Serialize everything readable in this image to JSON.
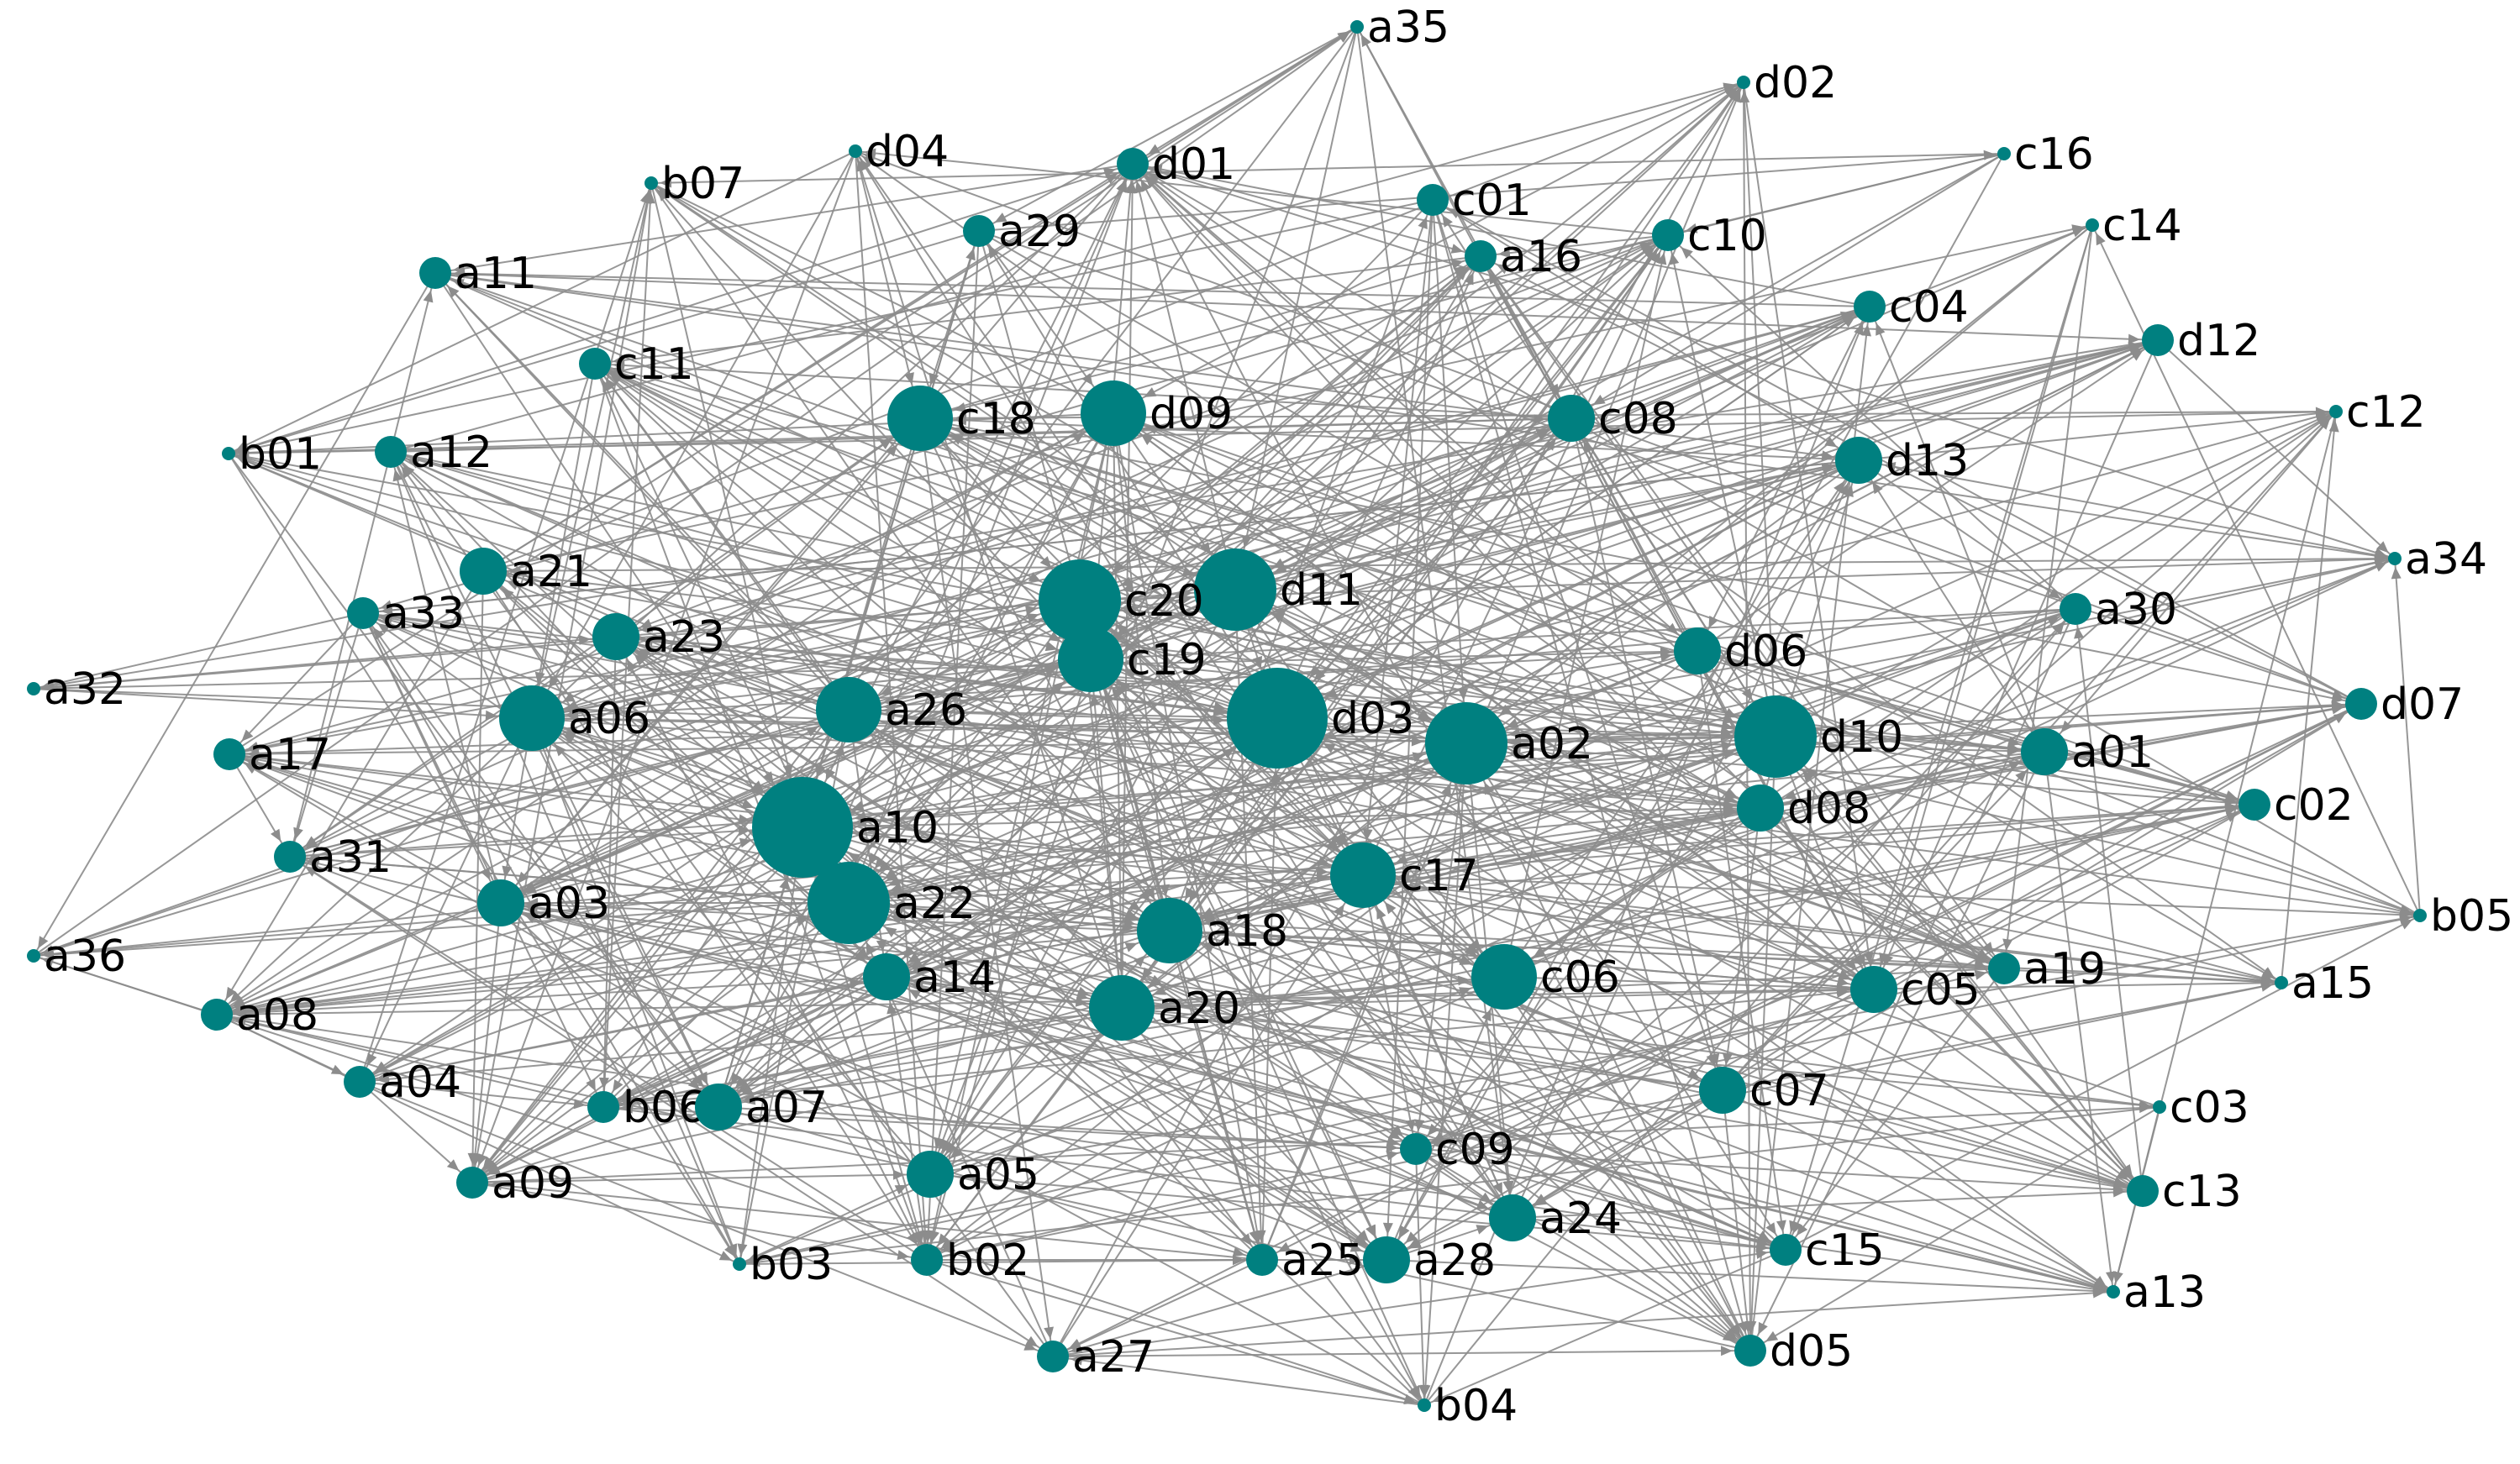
{
  "colors": {
    "node": "#008080",
    "edge": "#8c8c8c",
    "label": "#000000",
    "background": "#ffffff"
  },
  "nodes": [
    {
      "id": "a35",
      "size": 1
    },
    {
      "id": "d02",
      "size": 1
    },
    {
      "id": "c16",
      "size": 1
    },
    {
      "id": "c14",
      "size": 1
    },
    {
      "id": "d04",
      "size": 1
    },
    {
      "id": "d01",
      "size": 2
    },
    {
      "id": "b07",
      "size": 1
    },
    {
      "id": "c01",
      "size": 2
    },
    {
      "id": "c10",
      "size": 2
    },
    {
      "id": "a29",
      "size": 2
    },
    {
      "id": "a16",
      "size": 2
    },
    {
      "id": "a11",
      "size": 2
    },
    {
      "id": "c04",
      "size": 2
    },
    {
      "id": "d12",
      "size": 2
    },
    {
      "id": "c11",
      "size": 2
    },
    {
      "id": "c18",
      "size": 4
    },
    {
      "id": "d09",
      "size": 4
    },
    {
      "id": "c08",
      "size": 3
    },
    {
      "id": "c12",
      "size": 1
    },
    {
      "id": "d13",
      "size": 3
    },
    {
      "id": "b01",
      "size": 1
    },
    {
      "id": "a12",
      "size": 2
    },
    {
      "id": "a34",
      "size": 1
    },
    {
      "id": "a21",
      "size": 3
    },
    {
      "id": "d11",
      "size": 5
    },
    {
      "id": "c20",
      "size": 5
    },
    {
      "id": "a33",
      "size": 2
    },
    {
      "id": "a30",
      "size": 2
    },
    {
      "id": "a23",
      "size": 3
    },
    {
      "id": "c19",
      "size": 4
    },
    {
      "id": "d06",
      "size": 3
    },
    {
      "id": "a32",
      "size": 1
    },
    {
      "id": "d07",
      "size": 2
    },
    {
      "id": "a06",
      "size": 4
    },
    {
      "id": "a26",
      "size": 4
    },
    {
      "id": "d03",
      "size": 6
    },
    {
      "id": "a02",
      "size": 5
    },
    {
      "id": "d10",
      "size": 5
    },
    {
      "id": "a17",
      "size": 2
    },
    {
      "id": "a01",
      "size": 3
    },
    {
      "id": "a10",
      "size": 6
    },
    {
      "id": "d08",
      "size": 3
    },
    {
      "id": "c02",
      "size": 2
    },
    {
      "id": "a31",
      "size": 2
    },
    {
      "id": "c17",
      "size": 4
    },
    {
      "id": "a22",
      "size": 5
    },
    {
      "id": "a03",
      "size": 3
    },
    {
      "id": "a18",
      "size": 4
    },
    {
      "id": "b05",
      "size": 1
    },
    {
      "id": "a36",
      "size": 1
    },
    {
      "id": "c06",
      "size": 4
    },
    {
      "id": "a14",
      "size": 3
    },
    {
      "id": "a19",
      "size": 2
    },
    {
      "id": "c05",
      "size": 3
    },
    {
      "id": "a15",
      "size": 1
    },
    {
      "id": "a08",
      "size": 2
    },
    {
      "id": "a20",
      "size": 4
    },
    {
      "id": "a04",
      "size": 2
    },
    {
      "id": "c07",
      "size": 3
    },
    {
      "id": "b06",
      "size": 2
    },
    {
      "id": "a07",
      "size": 3
    },
    {
      "id": "c03",
      "size": 1
    },
    {
      "id": "c09",
      "size": 2
    },
    {
      "id": "a09",
      "size": 2
    },
    {
      "id": "a05",
      "size": 3
    },
    {
      "id": "a24",
      "size": 3
    },
    {
      "id": "c13",
      "size": 2
    },
    {
      "id": "b03",
      "size": 1
    },
    {
      "id": "b02",
      "size": 2
    },
    {
      "id": "a25",
      "size": 2
    },
    {
      "id": "a28",
      "size": 3
    },
    {
      "id": "c15",
      "size": 2
    },
    {
      "id": "a13",
      "size": 1
    },
    {
      "id": "a27",
      "size": 2
    },
    {
      "id": "d05",
      "size": 2
    },
    {
      "id": "b04",
      "size": 1
    }
  ]
}
